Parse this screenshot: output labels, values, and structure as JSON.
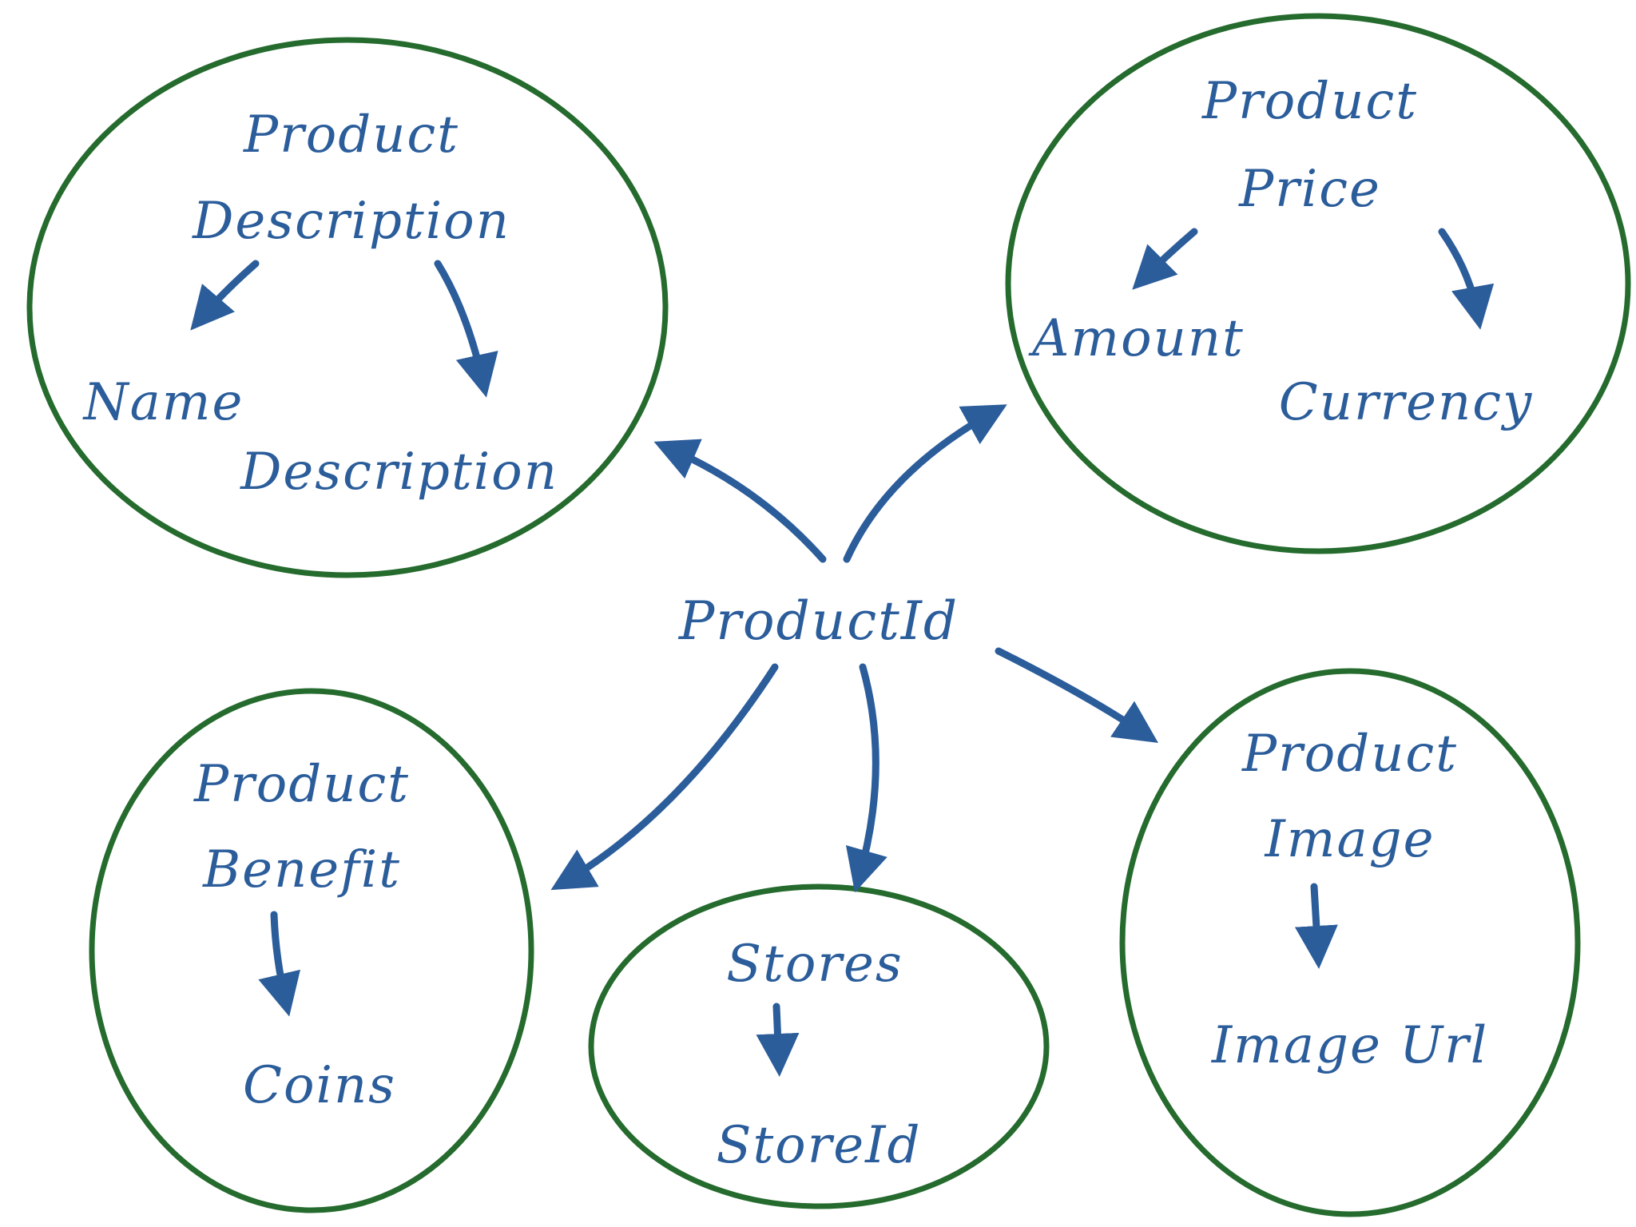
{
  "center": {
    "label": "ProductId"
  },
  "groups": {
    "description": {
      "title_line1": "Product",
      "title_line2": "Description",
      "items": [
        "Name",
        "Description"
      ]
    },
    "price": {
      "title_line1": "Product",
      "title_line2": "Price",
      "items": [
        "Amount",
        "Currency"
      ]
    },
    "benefit": {
      "title_line1": "Product",
      "title_line2": "Benefit",
      "items": [
        "Coins"
      ]
    },
    "stores": {
      "title_line1": "Stores",
      "items": [
        "StoreId"
      ]
    },
    "image": {
      "title_line1": "Product",
      "title_line2": "Image",
      "items": [
        "Image Url"
      ]
    }
  },
  "colors": {
    "text": "#2b5d9b",
    "arrow": "#2b5d9b",
    "ellipse": "#256b2e",
    "background": "#ffffff"
  }
}
